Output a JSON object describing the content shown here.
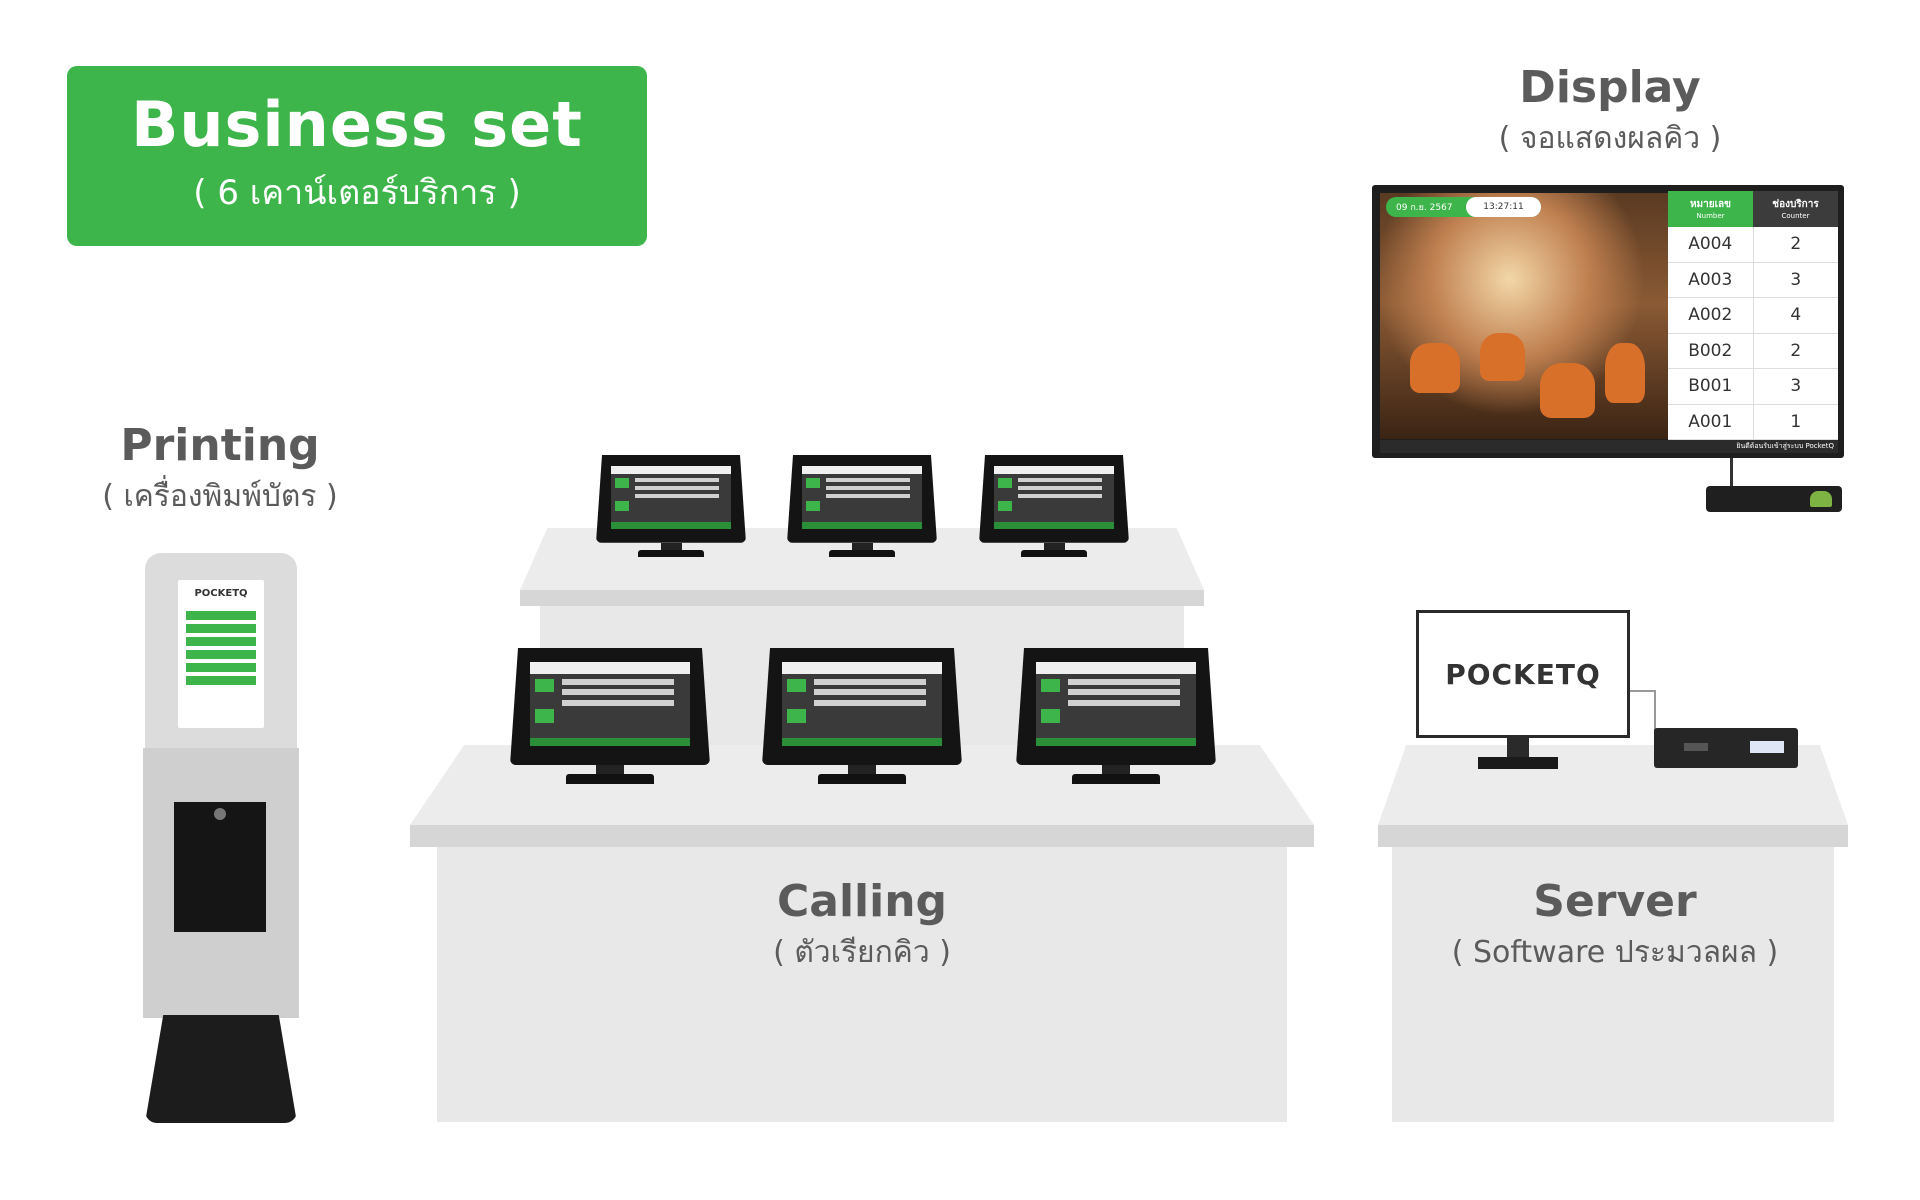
{
  "badge": {
    "title": "Business set",
    "subtitle": "( 6 เคาน์เตอร์บริการ )"
  },
  "display": {
    "title": "Display",
    "subtitle": "( จอแสดงผลคิว )"
  },
  "printing": {
    "title": "Printing",
    "subtitle": "( เครื่องพิมพ์บัตร )"
  },
  "calling": {
    "title": "Calling",
    "subtitle": "( ตัวเรียกคิว )"
  },
  "server": {
    "title": "Server",
    "subtitle": "( Software ประมวลผล )",
    "monitor_logo": "POCKETQ"
  },
  "tv": {
    "date": "09 ก.ย. 2567",
    "time": "13:27:11",
    "col_number": "หมายเลข",
    "col_number_en": "Number",
    "col_counter": "ช่องบริการ",
    "col_counter_en": "Counter",
    "rows": [
      {
        "num": "A004",
        "counter": "2"
      },
      {
        "num": "A003",
        "counter": "3"
      },
      {
        "num": "A002",
        "counter": "4"
      },
      {
        "num": "B002",
        "counter": "2"
      },
      {
        "num": "B001",
        "counter": "3"
      },
      {
        "num": "A001",
        "counter": "1"
      }
    ],
    "ticker": "ยินดีต้อนรับเข้าสู่ระบบ PocketQ"
  },
  "kiosk": {
    "logo": "POCKETQ"
  },
  "colors": {
    "brand_green": "#3db54a",
    "counter_gray": "#e8e8e8"
  }
}
